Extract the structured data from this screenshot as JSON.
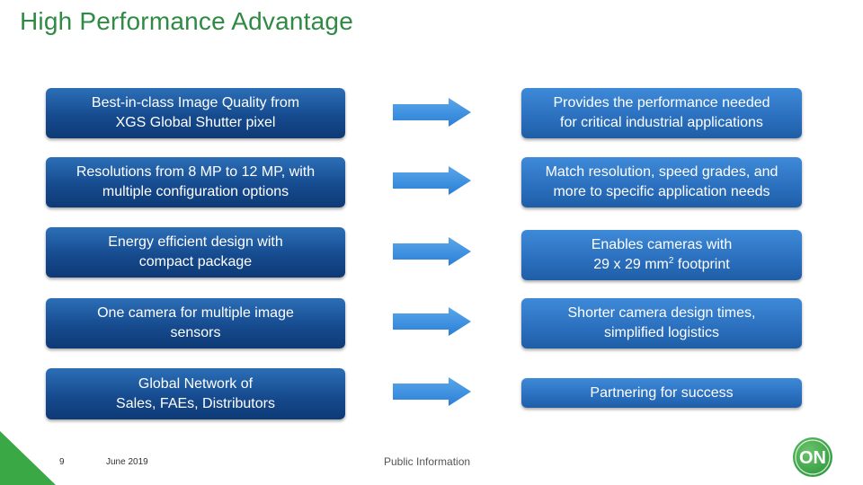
{
  "title": "High Performance Advantage",
  "rows": [
    {
      "left_line1": "Best-in-class Image Quality from",
      "left_line2": "XGS Global Shutter pixel",
      "right_line1": "Provides the performance needed",
      "right_line2": "for critical industrial applications"
    },
    {
      "left_line1": "Resolutions from 8 MP to 12 MP, with",
      "left_line2": "multiple configuration options",
      "right_line1": "Match resolution, speed grades, and",
      "right_line2": "more to specific application needs"
    },
    {
      "left_line1": "Energy efficient design with",
      "left_line2": "compact package",
      "right_line1": "Enables cameras with",
      "right_line2_pre": "29 x 29 mm",
      "right_line2_sup": "2",
      "right_line2_post": " footprint"
    },
    {
      "left_line1": "One camera for multiple image",
      "left_line2": "sensors",
      "right_line1": "Shorter camera design times,",
      "right_line2": "simplified logistics"
    },
    {
      "left_line1": "Global Network of",
      "left_line2": "Sales, FAEs, Distributors",
      "right_line1": "Partnering for success"
    }
  ],
  "footer": {
    "page_number": "9",
    "date": "June 2019",
    "classification": "Public Information",
    "logo_text": "ON"
  },
  "colors": {
    "title": "#2f8a44",
    "left_box": "#164b8f",
    "right_box": "#2a6fbe",
    "arrow": "#3a8fe0",
    "logo": "#3aa845"
  }
}
